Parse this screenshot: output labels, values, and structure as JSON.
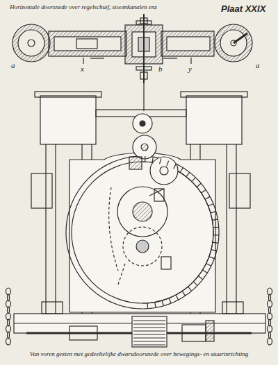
{
  "diagram": {
    "title": "Plaat XXIX",
    "caption": "Van voren gezien met gedeeltelijke dwarsdoorsnede over bewegings- en stuurinrichting",
    "labels": [
      "Horizontale doorsnede over regelschuif, stoomkanalen enz",
      "a",
      "x",
      "b",
      "y",
      "a"
    ]
  }
}
